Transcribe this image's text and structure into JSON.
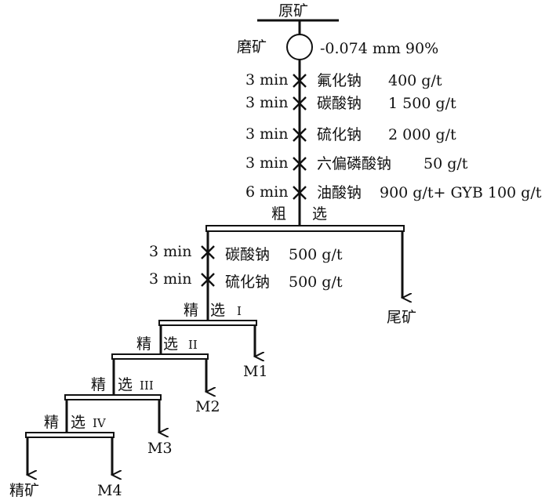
{
  "feed": "原矿",
  "grinding": {
    "label": "磨矿",
    "spec": "-0.074 mm 90%"
  },
  "rougher_reagents": [
    {
      "time": "3 min",
      "name": "氟化钠",
      "dose": "400 g/t"
    },
    {
      "time": "3 min",
      "name": "碳酸钠",
      "dose": "1 500 g/t"
    },
    {
      "time": "3 min",
      "name": "硫化钠",
      "dose": "2 000 g/t"
    },
    {
      "time": "3 min",
      "name": "六偏磷酸钠",
      "dose": "50 g/t"
    },
    {
      "time": "6 min",
      "name": "油酸钠",
      "dose": "900 g/t+ GYB 100 g/t"
    }
  ],
  "rougher": {
    "label_a": "粗",
    "label_b": "选",
    "tailing": "尾矿"
  },
  "cleaner1_reagents": [
    {
      "time": "3 min",
      "name": "碳酸钠",
      "dose": "500 g/t"
    },
    {
      "time": "3 min",
      "name": "硫化钠",
      "dose": "500 g/t"
    }
  ],
  "cleaners": [
    {
      "a": "精",
      "b": "选",
      "roman": "I",
      "middling": "M1"
    },
    {
      "a": "精",
      "b": "选",
      "roman": "II",
      "middling": "M2"
    },
    {
      "a": "精",
      "b": "选",
      "roman": "III",
      "middling": "M3"
    },
    {
      "a": "精",
      "b": "选",
      "roman": "IV",
      "middling": "M4"
    }
  ],
  "concentrate": "精矿"
}
